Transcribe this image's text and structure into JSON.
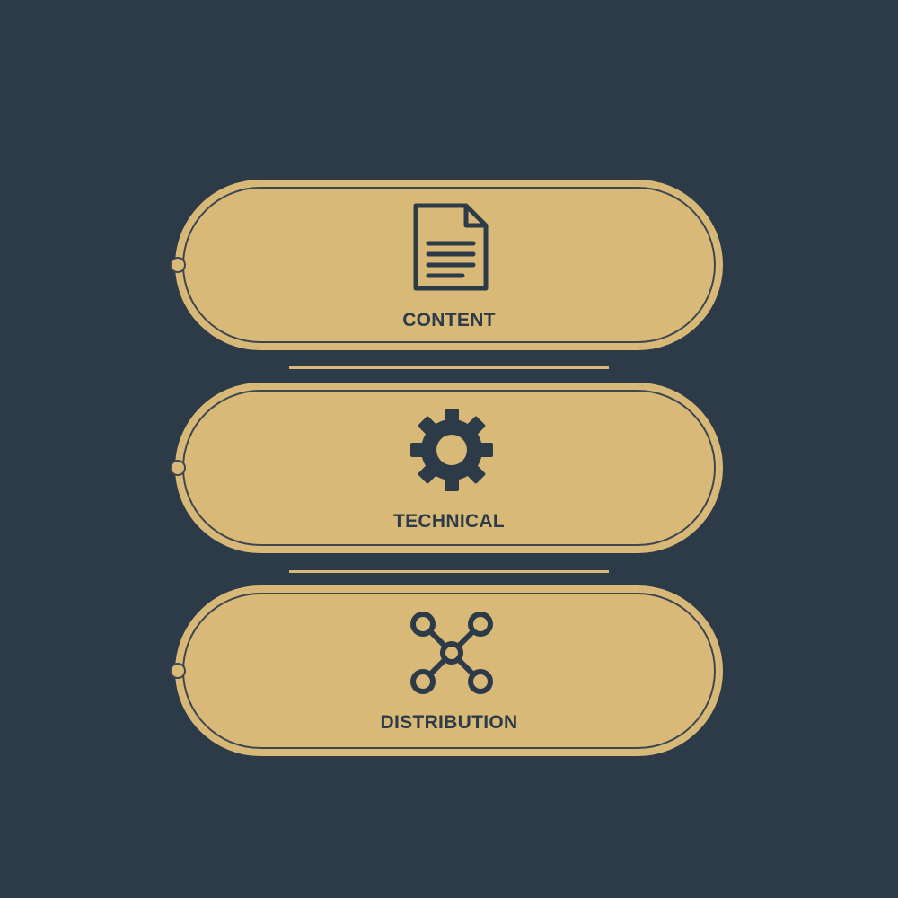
{
  "diagram": {
    "colors": {
      "background": "#2d3b48",
      "pill_fill": "#d8b978",
      "ink": "#2d3b48"
    },
    "layers": [
      {
        "label": "CONTENT",
        "icon": "document-icon"
      },
      {
        "label": "TECHNICAL",
        "icon": "gear-icon"
      },
      {
        "label": "DISTRIBUTION",
        "icon": "network-nodes-icon"
      }
    ]
  }
}
